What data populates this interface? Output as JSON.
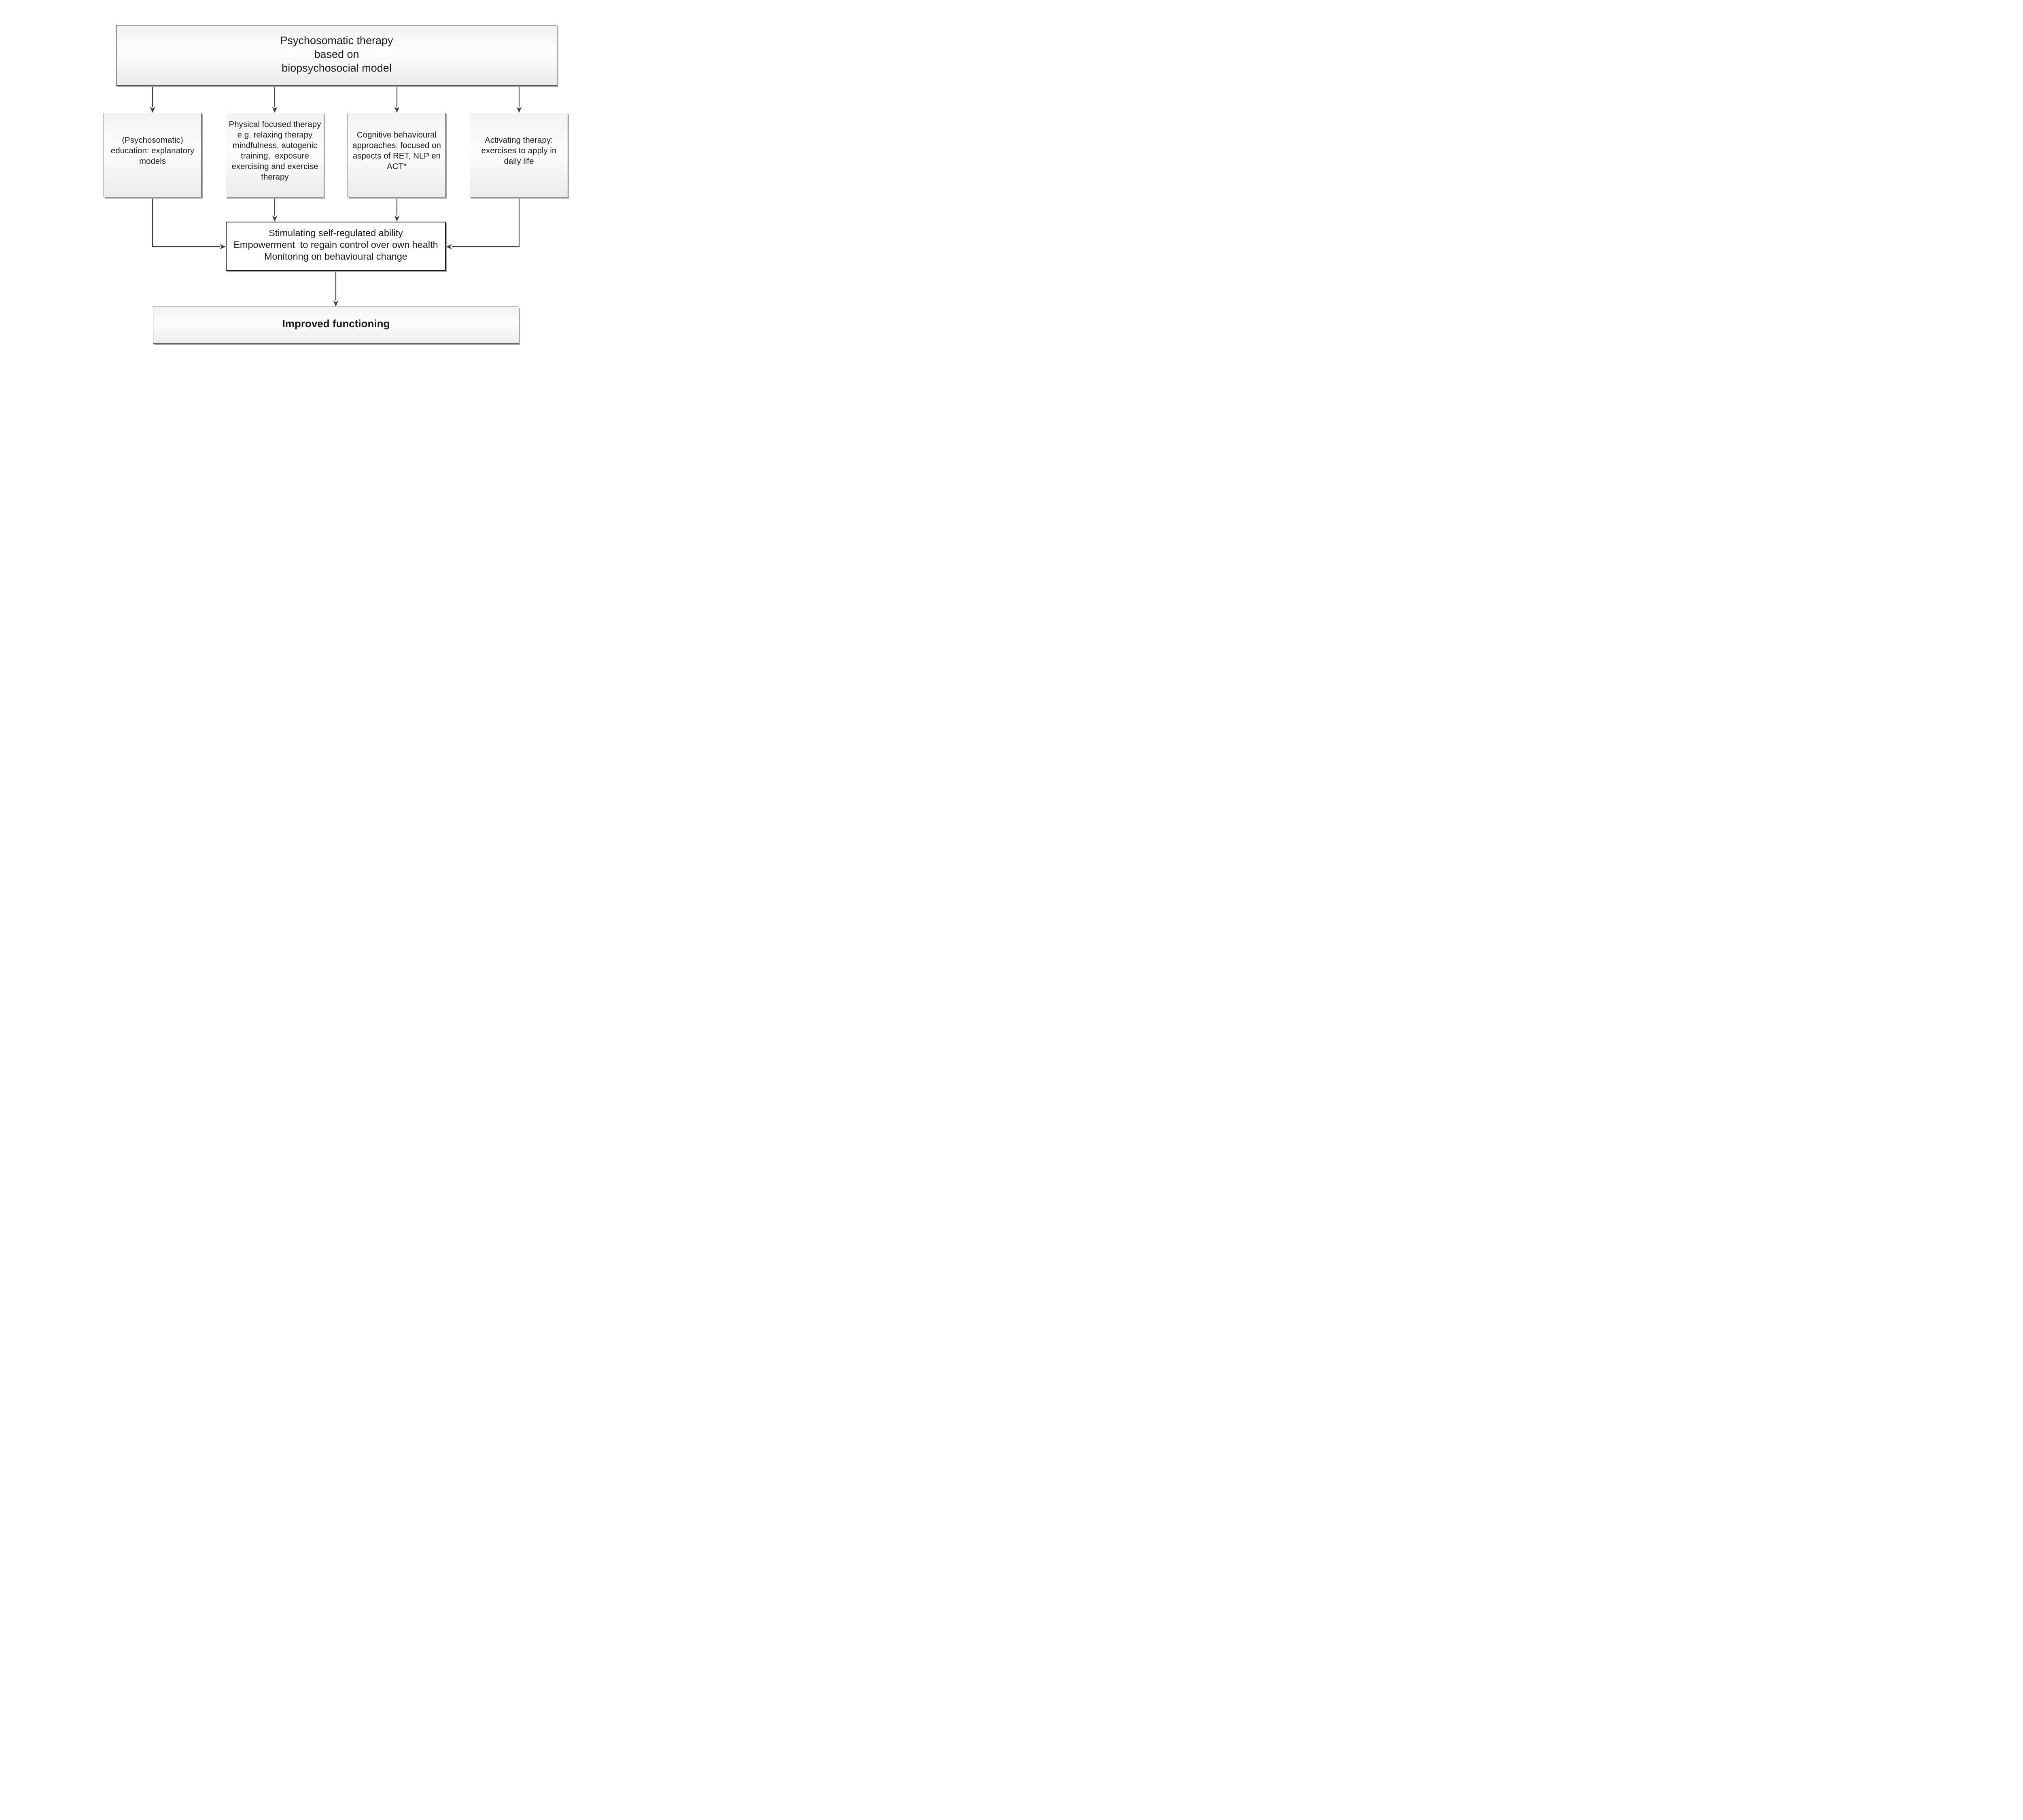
{
  "colors": {
    "background": "#ffffff",
    "box_border": "#474747",
    "emphasis_border": "#1c1c1c",
    "box_fill_top": "#f3f3f3",
    "box_fill_mid": "#fdfdfd",
    "box_fill_bottom": "#ebebeb",
    "central_fill": "#ffffff",
    "shadow": "#a8a8a8",
    "arrow": "#404040",
    "text": "#1a1a1a"
  },
  "diagram": {
    "title_box": {
      "text": "Psychosomatic therapy\nbased on\nbiopsychosocial model"
    },
    "branch_boxes": [
      {
        "id": "education",
        "text": "(Psychosomatic)\neducation: explanatory\nmodels"
      },
      {
        "id": "physical",
        "text": "Physical focused therapy\ne.g. relaxing therapy\nmindfulness, autogenic\ntraining,  exposure\nexercising and exercise\ntherapy"
      },
      {
        "id": "cognitive",
        "text": "Cognitive behavioural\napproaches: focused on\naspects of RET, NLP en\nACT*"
      },
      {
        "id": "activating",
        "text": "Activating therapy:\nexercises to apply in\ndaily life"
      }
    ],
    "integration_box": {
      "text": "Stimulating self-regulated ability\nEmpowerment  to regain control over own health\nMonitoring on behavioural change"
    },
    "outcome_box": {
      "text": "Improved functioning"
    }
  }
}
